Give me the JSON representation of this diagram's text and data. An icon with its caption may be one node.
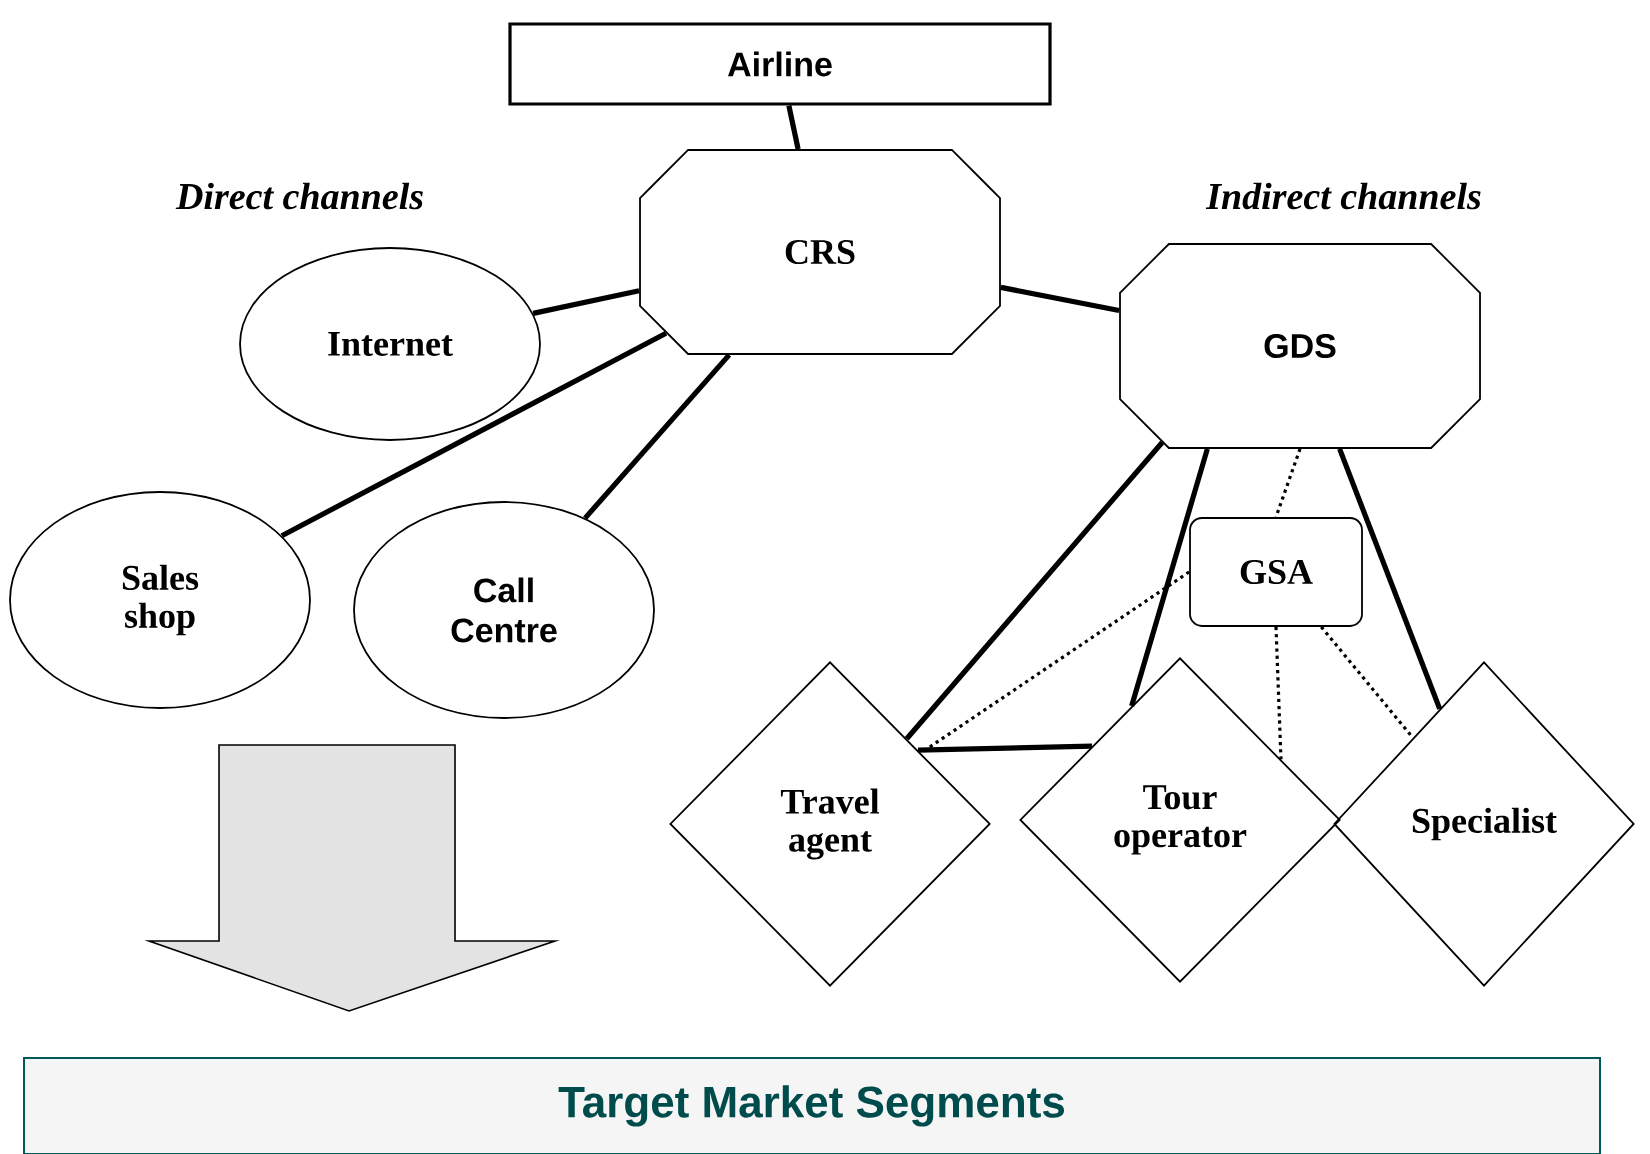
{
  "diagram": {
    "nodes": [
      {
        "text": [
          "Airline"
        ]
      },
      {
        "text": [
          "CRS"
        ]
      },
      {
        "text": [
          "GDS"
        ]
      },
      {
        "text": [
          "Internet"
        ]
      },
      {
        "text": [
          "Sales shop"
        ]
      },
      {
        "text": [
          "Call Centre"
        ]
      },
      {
        "text": [
          "GSA"
        ]
      },
      {
        "text": [
          "Travel agent"
        ]
      },
      {
        "text": [
          "Tour operator"
        ]
      },
      {
        "text": [
          "Specialist"
        ]
      },
      {
        "text": [
          "Target Market Segments"
        ]
      }
    ],
    "edges": [
      {
        "from": 0,
        "to": 1,
        "arrow": "none"
      },
      {
        "from": 3,
        "to": 1,
        "arrow": "none"
      },
      {
        "from": 4,
        "to": 1,
        "arrow": "none"
      },
      {
        "from": 5,
        "to": 1,
        "arrow": "none"
      },
      {
        "from": 1,
        "to": 2,
        "arrow": "none"
      },
      {
        "from": 2,
        "to": 7,
        "arrow": "none"
      },
      {
        "from": 2,
        "to": 8,
        "arrow": "none"
      },
      {
        "from": 2,
        "to": 6,
        "arrow": "none",
        "style": "dashed"
      },
      {
        "from": 2,
        "to": 9,
        "arrow": "none"
      },
      {
        "from": 6,
        "to": 7,
        "arrow": "none",
        "style": "dashed"
      },
      {
        "from": 6,
        "to": 8,
        "arrow": "none",
        "style": "dashed"
      },
      {
        "from": 6,
        "to": 9,
        "arrow": "none",
        "style": "dashed"
      },
      {
        "from": 7,
        "to": 8,
        "arrow": "none"
      },
      {
        "from": null,
        "to": 10,
        "arrow": "to"
      }
    ],
    "labels": [
      "Direct channels",
      "Indirect channels"
    ]
  }
}
